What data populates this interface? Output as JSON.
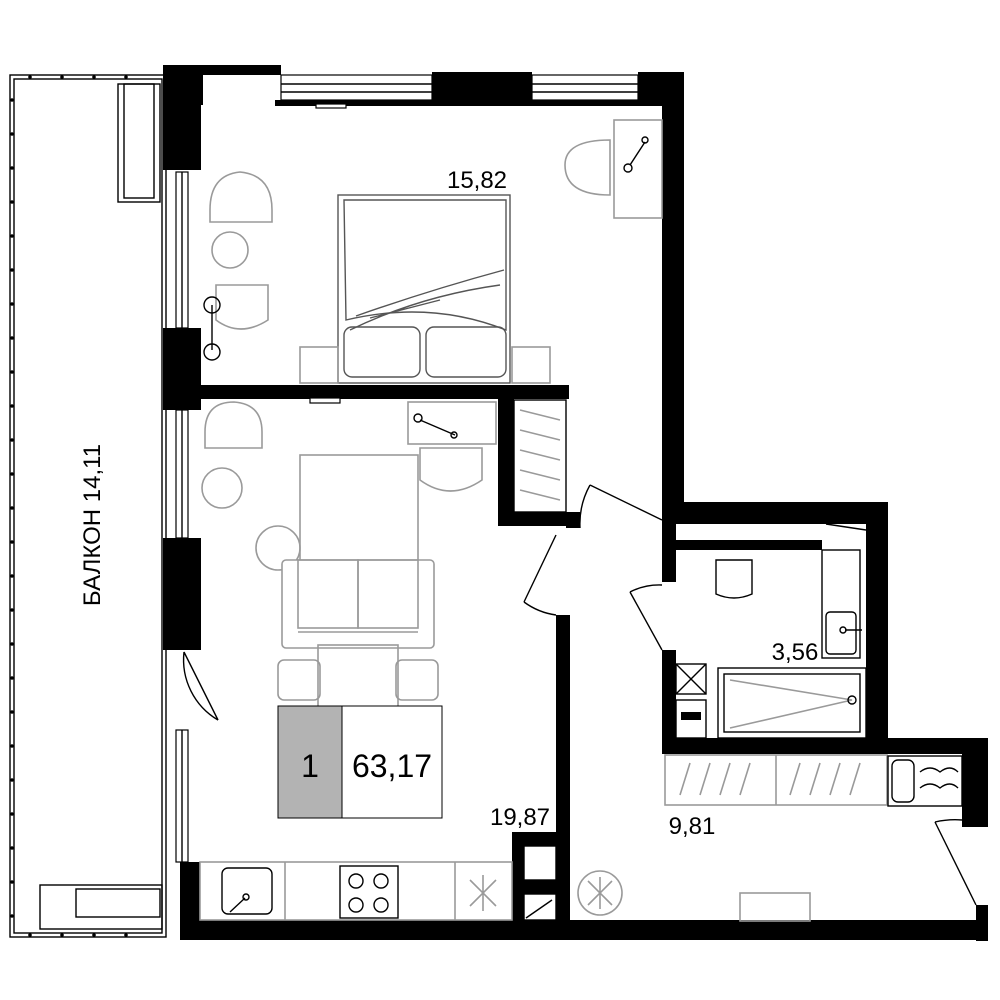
{
  "plan": {
    "rooms": {
      "bedroom_area": "15,82",
      "living_area": "19,87",
      "bathroom_area": "3,56",
      "hall_area": "9,81",
      "balcony_label": "БАЛКОН 14,11"
    },
    "badge": {
      "rooms_count": "1",
      "total_area": "63,17",
      "rooms_fill": "#b3b3b3"
    },
    "colors": {
      "wall": "#000000",
      "furniture": "#9a9a9a"
    }
  }
}
